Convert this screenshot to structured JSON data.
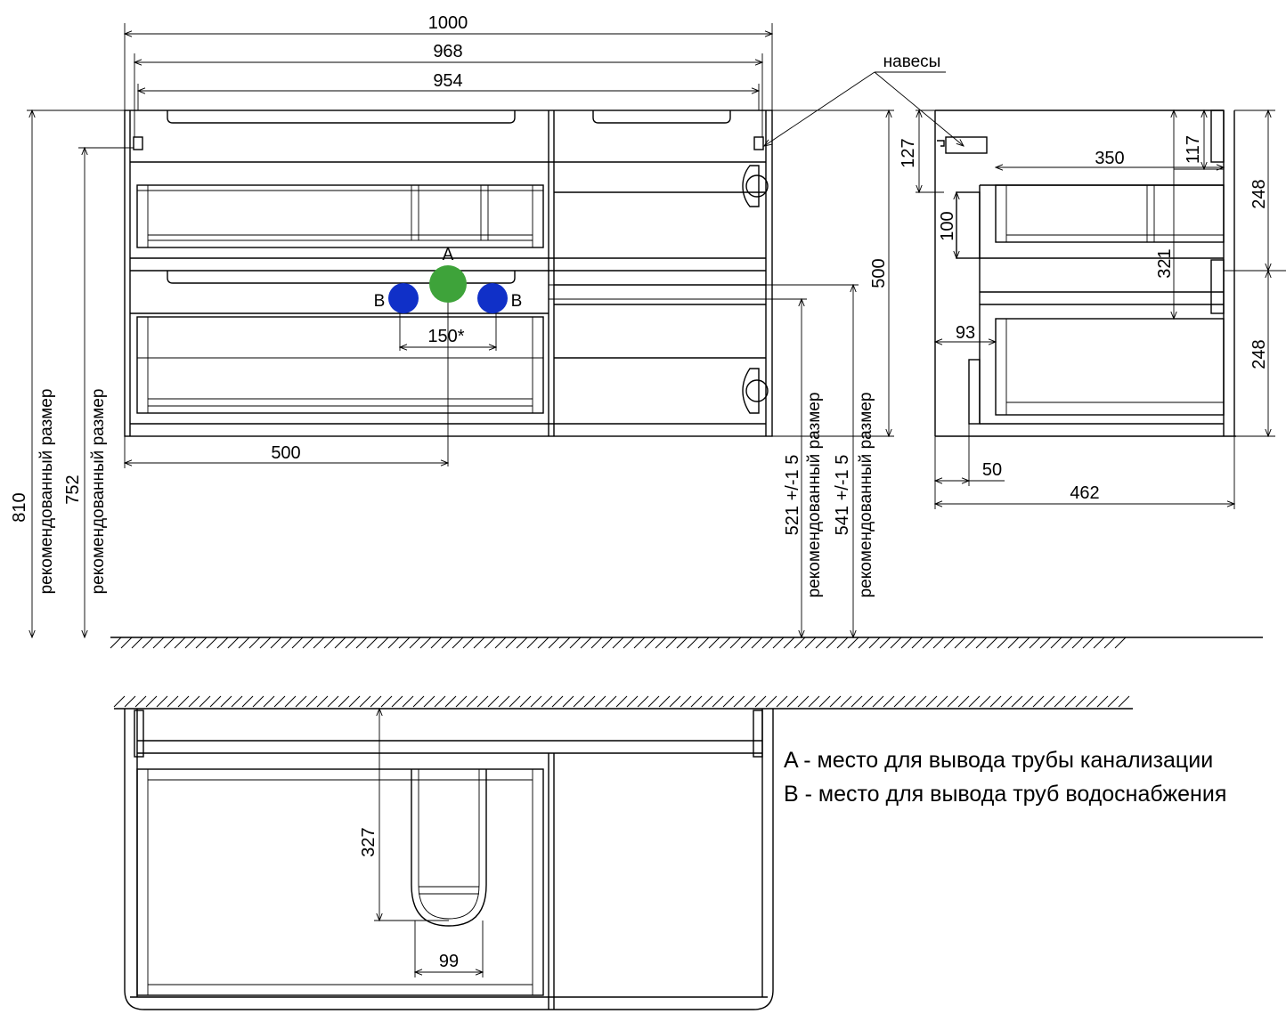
{
  "colors": {
    "drain": "#3ea33a",
    "water": "#1030c8",
    "line": "#000000"
  },
  "labels": {
    "hinges": "навесы",
    "A": "A",
    "B": "B",
    "recommended": "рекомендованный размер"
  },
  "front_view": {
    "width_total": "1000",
    "width_inner": "968",
    "width_drawer": "954",
    "height_total": "810",
    "height_recommended": "752",
    "height_cabinet": "500",
    "offset_a": "500",
    "water_spacing": "150*",
    "drain_height": "521 +/-1 5",
    "water_height": "541 +/-1 5"
  },
  "side_view": {
    "top_gap": "127",
    "top_inner": "117",
    "drawer_depth": "350",
    "drawer_front": "100",
    "height_upper": "248",
    "height_lower": "248",
    "middle": "321",
    "offset": "93",
    "foot": "50",
    "depth": "462"
  },
  "top_view": {
    "cutout_depth": "327",
    "cutout_width": "99"
  },
  "legend": {
    "a": "A - место для вывода трубы канализации",
    "b": "B - место для вывода труб водоснабжения"
  }
}
